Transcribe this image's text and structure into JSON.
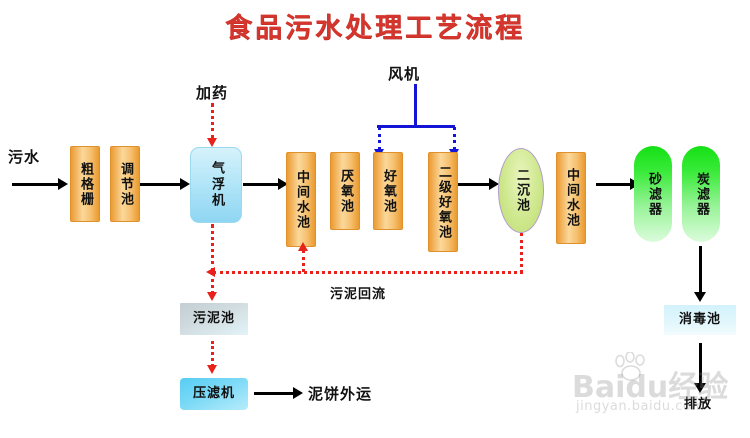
{
  "title": "食品污水处理工艺流程",
  "inputs": {
    "wastewater_label": "污水",
    "dosing_label": "加药",
    "blower_label": "风机"
  },
  "nodes": {
    "coarse_screen": "粗格栅",
    "regulating_tank": "调节池",
    "air_flotation": "气浮机",
    "intermediate_tank_1": "中间水池",
    "anaerobic_tank": "厌氧池",
    "aerobic_tank": "好氧池",
    "secondary_aerobic_tank": "二级好氧池",
    "secondary_settling_tank": "二沉池",
    "intermediate_tank_2": "中间水池",
    "sand_filter": "砂滤器",
    "carbon_filter": "炭滤器",
    "disinfection_tank": "消毒池",
    "sludge_tank": "污泥池",
    "filter_press": "压滤机"
  },
  "flow_labels": {
    "sludge_return": "污泥回流",
    "mud_cake_transport": "泥饼外运",
    "discharge": "排放"
  },
  "watermark": {
    "brand": "Baidu经验",
    "url": "jingyan.baidu.com"
  },
  "colors": {
    "title": "#d4352c",
    "orange_box": "#f2ab4a",
    "blue_box": "#b4e6f8",
    "green_ellipse": "#cfe88e",
    "green_capsule": "#3ceb3c",
    "grey_box": "#cfdade",
    "cyan_box": "#7bd9f6",
    "pale_cyan_box": "#e2f7fc",
    "red_dotted": "#e8211b",
    "blue_dotted": "#1414d6",
    "solid_arrow": "#000000"
  }
}
